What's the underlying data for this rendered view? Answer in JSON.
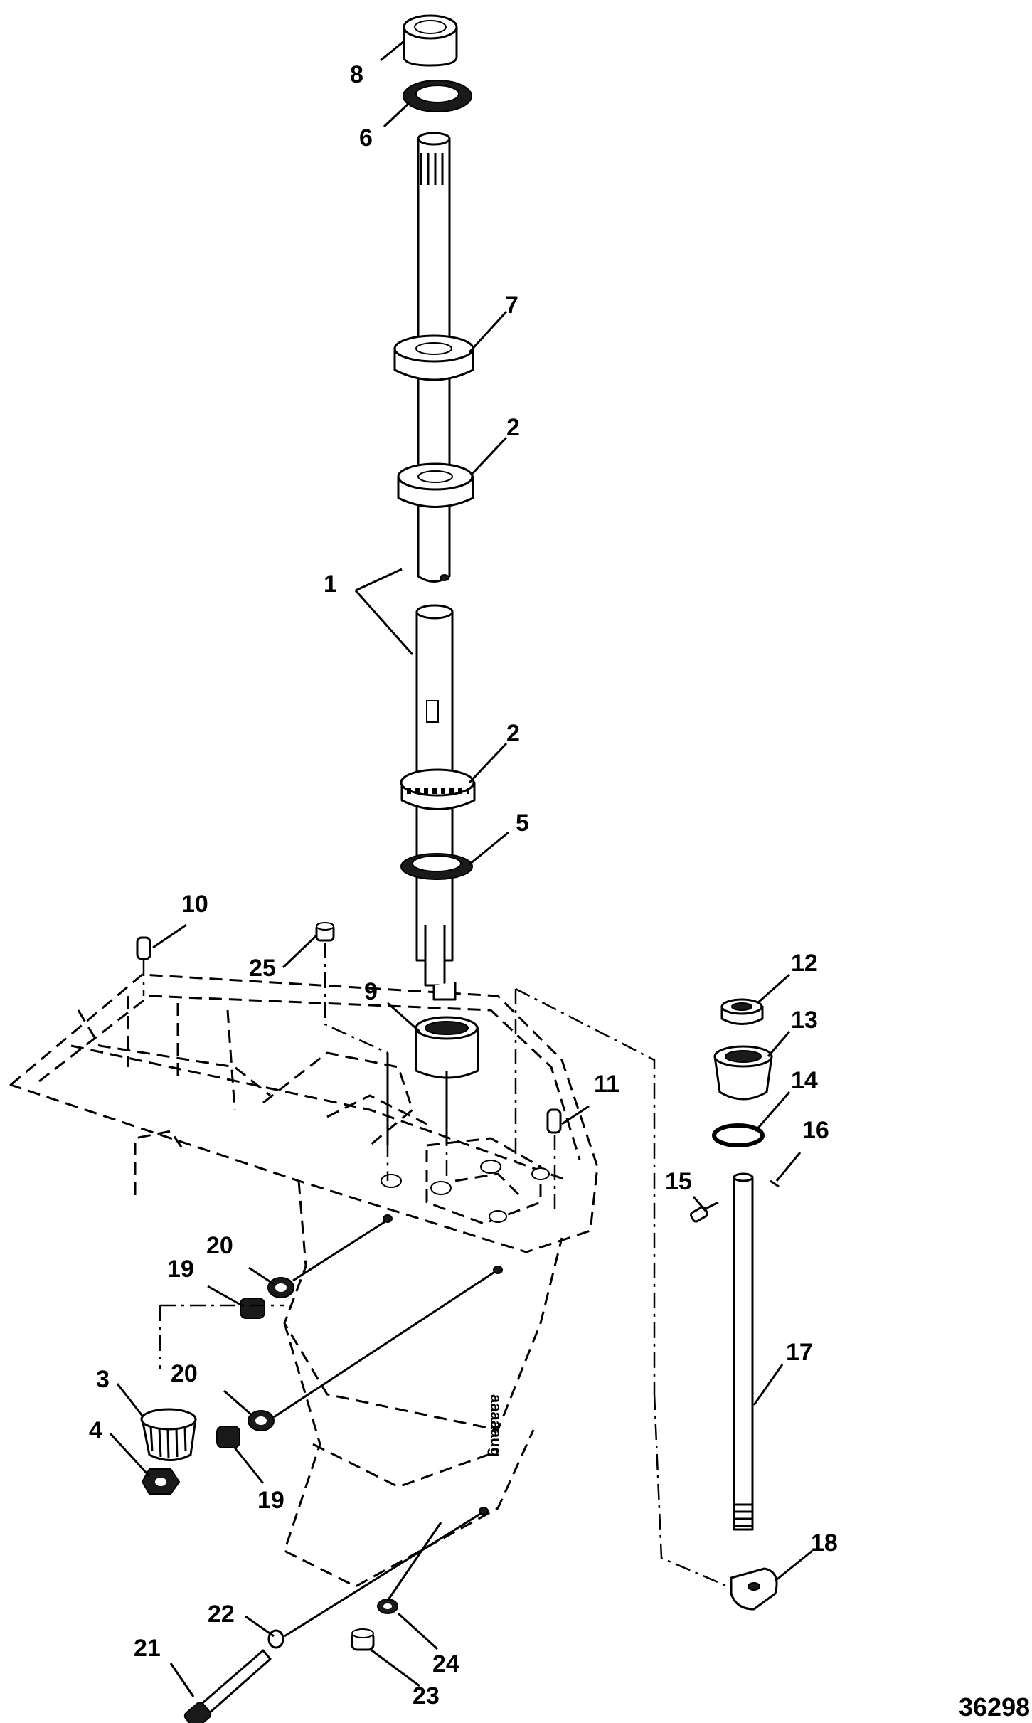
{
  "callouts": [
    "8",
    "6",
    "7",
    "2",
    "1",
    "2",
    "5",
    "10",
    "25",
    "9",
    "12",
    "13",
    "14",
    "11",
    "16",
    "15",
    "20",
    "19",
    "17",
    "3",
    "20",
    "4",
    "19",
    "18",
    "22",
    "24",
    "21",
    "23"
  ],
  "figure_number": "36298",
  "housing_text": "aaaaaug"
}
